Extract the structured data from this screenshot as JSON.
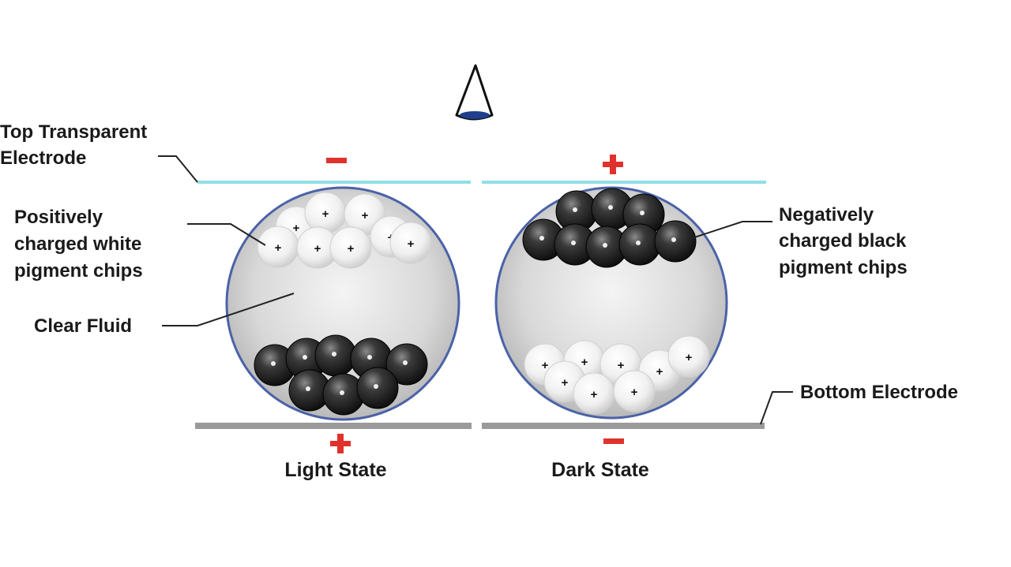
{
  "labels": {
    "top_electrode": [
      "Top Transparent",
      "Electrode"
    ],
    "white_chips": [
      "Positively",
      "charged white",
      "pigment chips"
    ],
    "clear_fluid": "Clear Fluid",
    "black_chips": [
      "Negatively",
      "charged black",
      "pigment chips"
    ],
    "bottom_electrode": "Bottom Electrode"
  },
  "cells": [
    {
      "state": "Light State",
      "top_polarity": "–",
      "bottom_polarity": "+"
    },
    {
      "state": "Dark State",
      "top_polarity": "+",
      "bottom_polarity": "–"
    }
  ],
  "chip_charge_sign": "+",
  "colors": {
    "top_electrode": "#8fdfe4",
    "bottom_electrode": "#9a9a9a",
    "polarity": "#e0322d",
    "capsule_outline": "#4a62a8",
    "black_chip": "#1b1b1b",
    "white_chip": "#f2f2f2"
  },
  "icons": [
    "eye-icon"
  ]
}
